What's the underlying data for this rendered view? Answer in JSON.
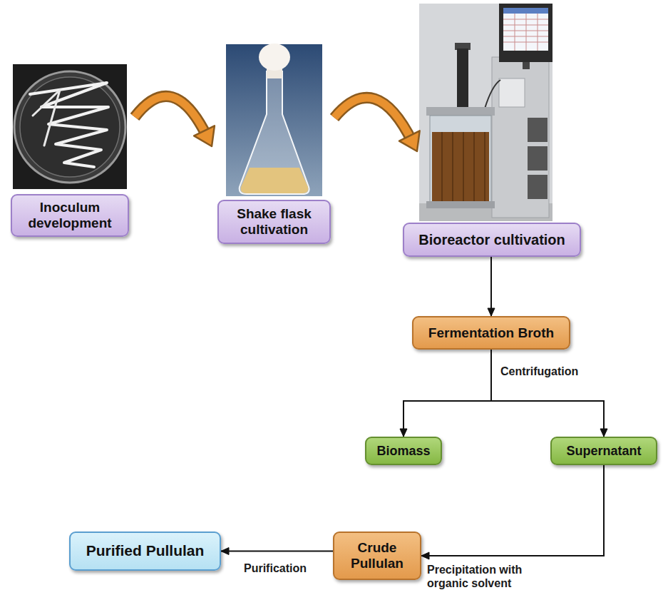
{
  "diagram": {
    "nodes": [
      {
        "text": [
          "Inoculum development"
        ]
      },
      {
        "text": [
          "Shake flask cultivation"
        ]
      },
      {
        "text": [
          "Bioreactor cultivation"
        ]
      },
      {
        "text": [
          "Fermentation Broth"
        ]
      },
      {
        "text": [
          "Biomass"
        ]
      },
      {
        "text": [
          "Supernatant"
        ]
      },
      {
        "text": [
          "Crude Pullulan"
        ]
      },
      {
        "text": [
          "Purified Pullulan"
        ]
      }
    ],
    "edges": [
      {
        "from": 0,
        "to": 1,
        "arrow": "to"
      },
      {
        "from": 1,
        "to": 2,
        "arrow": "to"
      },
      {
        "from": 2,
        "to": 3,
        "arrow": "to"
      },
      {
        "from": 3,
        "to": 4,
        "label": "Centrifugation",
        "arrow": "to"
      },
      {
        "from": 3,
        "to": 5,
        "arrow": "to"
      },
      {
        "from": 5,
        "to": 6,
        "label": "Precipitation with organic solvent",
        "arrow": "to"
      },
      {
        "from": 6,
        "to": 7,
        "label": "Purification",
        "arrow": "to"
      }
    ]
  }
}
